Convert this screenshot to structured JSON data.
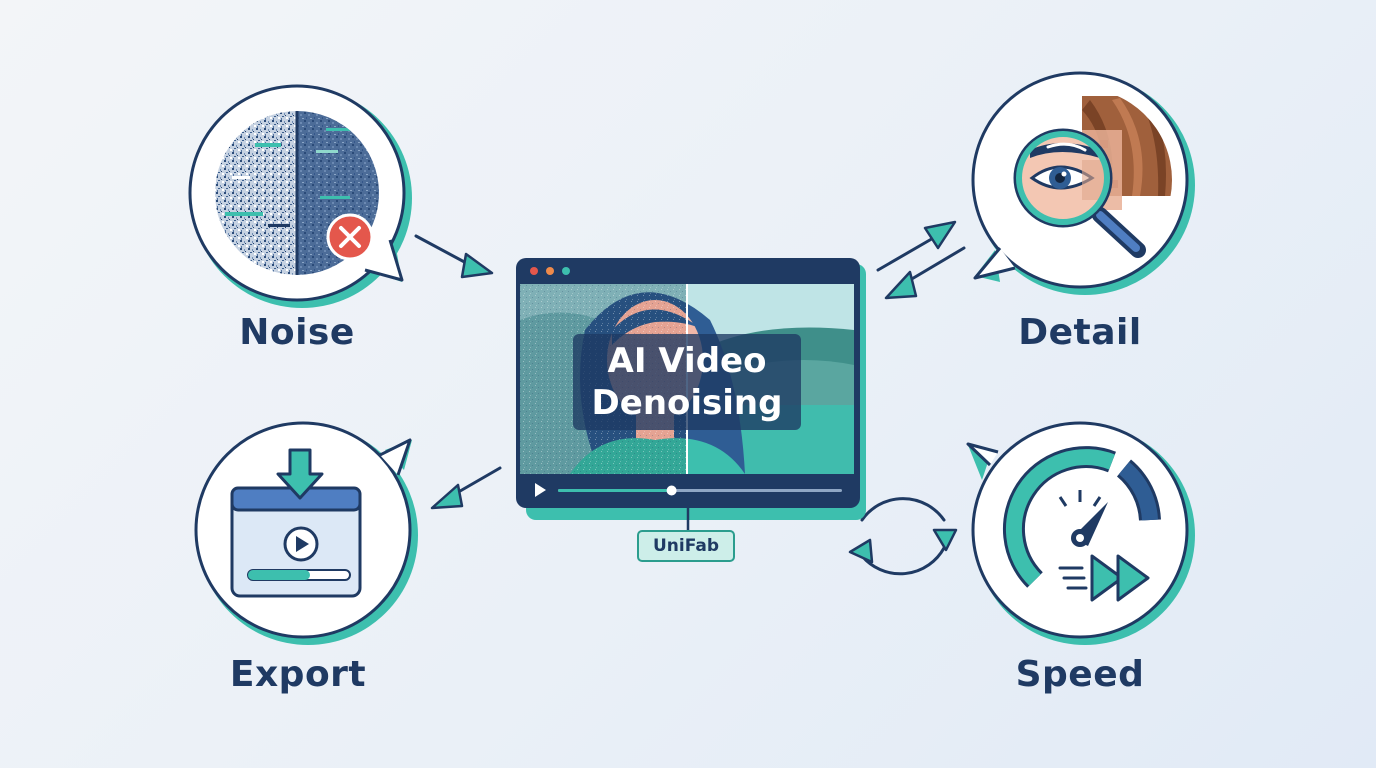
{
  "title": {
    "line1": "AI Video",
    "line2": "Denoising"
  },
  "brand": "UniFab",
  "labels": {
    "noise": "Noise",
    "detail": "Detail",
    "export": "Export",
    "speed": "Speed"
  },
  "icons": {
    "noise": "noisy-image-icon",
    "noise_badge": "close-icon",
    "detail": "magnifier-eye-icon",
    "export": "download-video-icon",
    "speed": "speedometer-icon",
    "speed_badge": "fast-forward-icon",
    "cycle": "refresh-cycle-icon"
  },
  "colors": {
    "navy": "#1f3a63",
    "teal": "#3dbfae",
    "light_teal": "#cdeee9",
    "red": "#e4574c",
    "orange": "#ef8a4b",
    "green": "#3dbfae",
    "background": "#eef2f7"
  },
  "player": {
    "progress": 0.4
  }
}
